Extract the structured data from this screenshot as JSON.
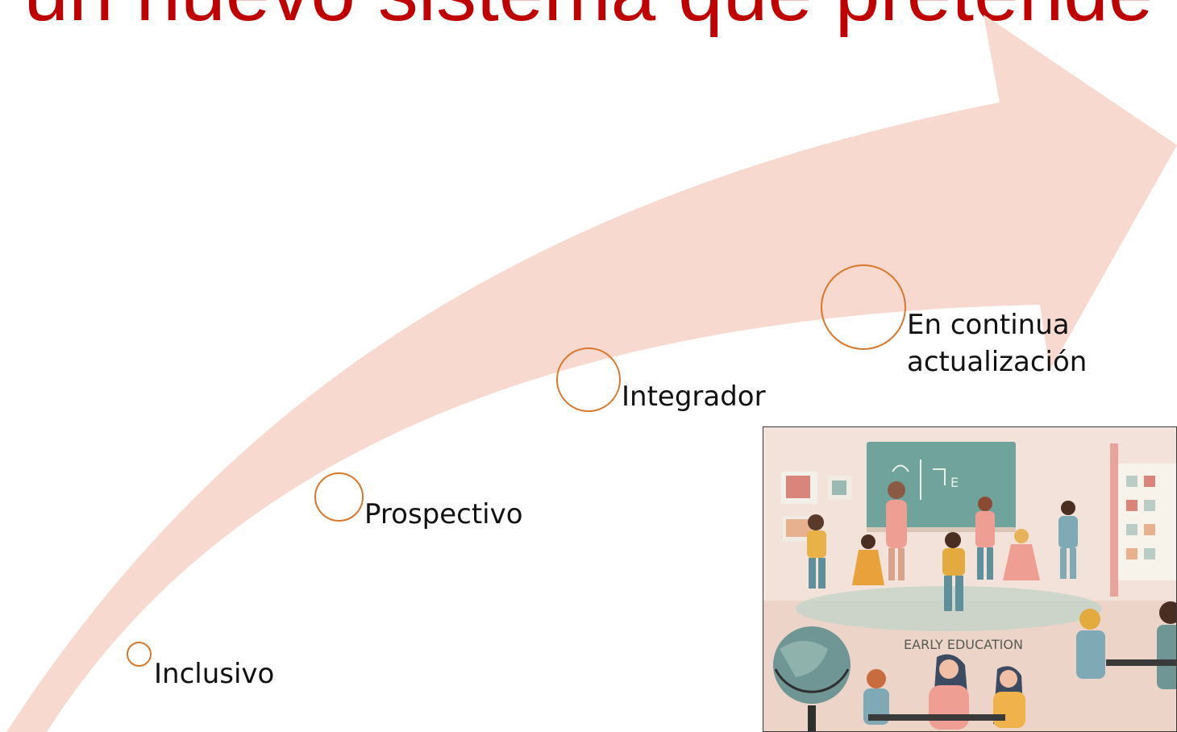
{
  "title": "un nuevo sistema que pretende",
  "steps": [
    {
      "label": "Inclusivo"
    },
    {
      "label": "Prospectivo"
    },
    {
      "label": "Integrador"
    },
    {
      "label_line1": "En continua",
      "label_line2": "actualización"
    }
  ],
  "illustration": {
    "banner": "EARLY EDUCATION",
    "chalkboard_text": "E"
  },
  "colors": {
    "title": "#c00000",
    "arrow": "#f7d9cf",
    "circle": "#d9772b"
  }
}
